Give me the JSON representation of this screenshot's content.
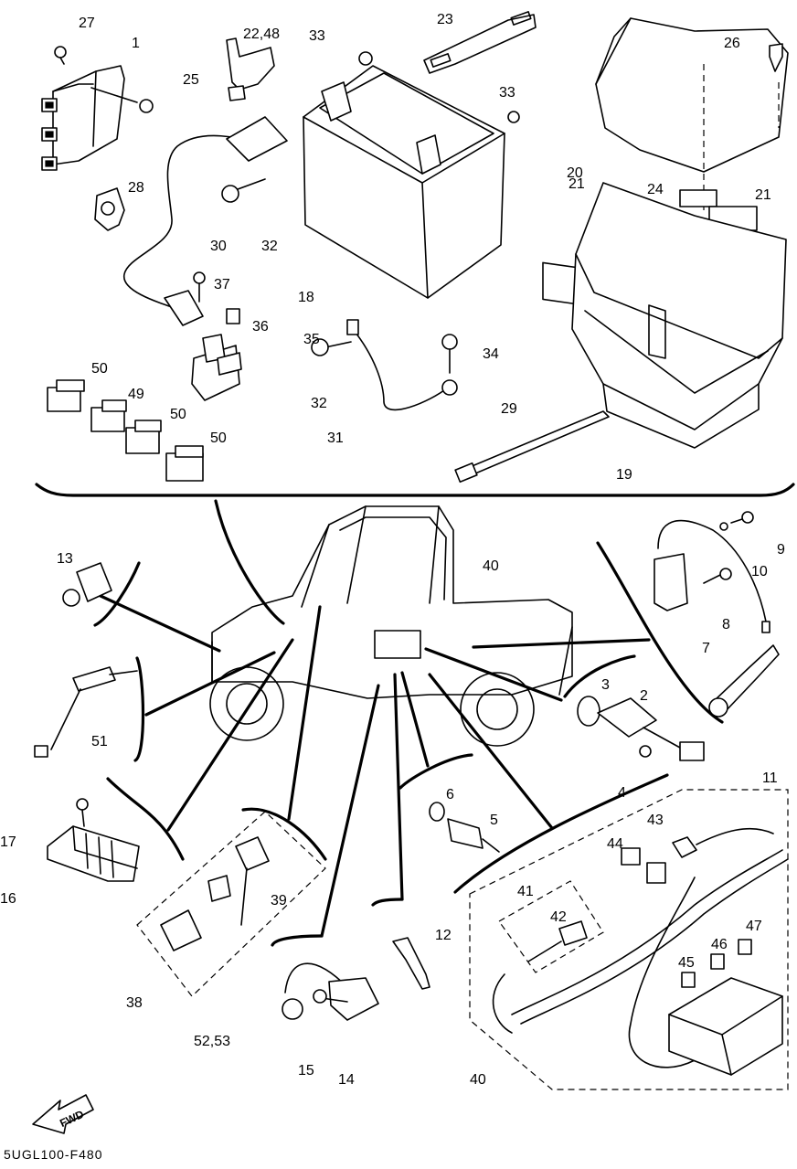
{
  "diagram_code": "5UGL100-F480",
  "fwd_label": "FWD",
  "callouts": [
    {
      "text": "27"
    },
    {
      "text": "1"
    },
    {
      "text": "25"
    },
    {
      "text": "22,48"
    },
    {
      "text": "33"
    },
    {
      "text": "23"
    },
    {
      "text": "33"
    },
    {
      "text": "26"
    },
    {
      "text": "28"
    },
    {
      "text": "30"
    },
    {
      "text": "32"
    },
    {
      "text": "20"
    },
    {
      "text": "21"
    },
    {
      "text": "24"
    },
    {
      "text": "21"
    },
    {
      "text": "37"
    },
    {
      "text": "18"
    },
    {
      "text": "36"
    },
    {
      "text": "35"
    },
    {
      "text": "34"
    },
    {
      "text": "50"
    },
    {
      "text": "49"
    },
    {
      "text": "50"
    },
    {
      "text": "50"
    },
    {
      "text": "32"
    },
    {
      "text": "29"
    },
    {
      "text": "31"
    },
    {
      "text": "19"
    },
    {
      "text": "13"
    },
    {
      "text": "40"
    },
    {
      "text": "9"
    },
    {
      "text": "10"
    },
    {
      "text": "8"
    },
    {
      "text": "7"
    },
    {
      "text": "3"
    },
    {
      "text": "2"
    },
    {
      "text": "51"
    },
    {
      "text": "11"
    },
    {
      "text": "4"
    },
    {
      "text": "6"
    },
    {
      "text": "5"
    },
    {
      "text": "17"
    },
    {
      "text": "43"
    },
    {
      "text": "44"
    },
    {
      "text": "16"
    },
    {
      "text": "39"
    },
    {
      "text": "41"
    },
    {
      "text": "42"
    },
    {
      "text": "47"
    },
    {
      "text": "12"
    },
    {
      "text": "46"
    },
    {
      "text": "45"
    },
    {
      "text": "38"
    },
    {
      "text": "52,53"
    },
    {
      "text": "15"
    },
    {
      "text": "14"
    },
    {
      "text": "40"
    }
  ]
}
